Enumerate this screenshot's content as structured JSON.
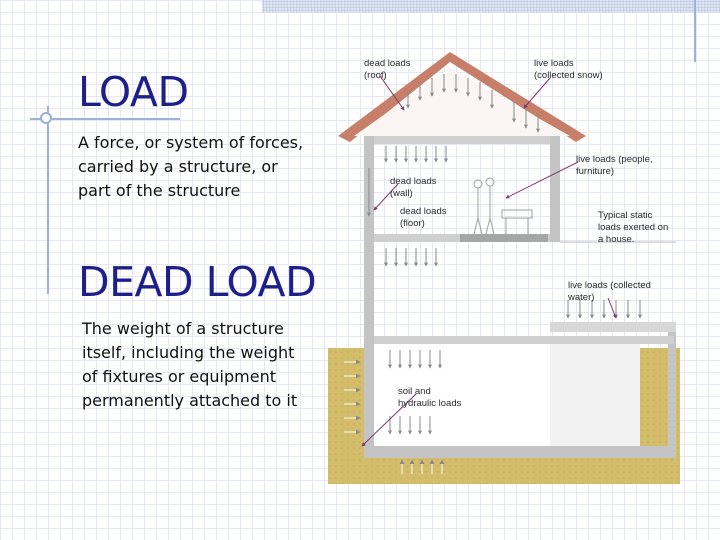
{
  "slide": {
    "load_title": "LOAD",
    "load_definition": "A force, or system of forces, carried by a structure, or part of the structure",
    "dead_load_title": "DEAD LOAD",
    "dead_load_definition": "The weight of a structure itself, including the weight of fixtures or equipment permanently attached to it"
  },
  "diagram_labels": {
    "dead_roof_1": "dead loads",
    "dead_roof_2": "(roof)",
    "live_snow_1": "live loads",
    "live_snow_2": "(collected snow)",
    "live_people_1": "live loads (people,",
    "live_people_2": "furniture)",
    "dead_wall_1": "dead loads",
    "dead_wall_2": "(wall)",
    "dead_floor_1": "dead loads",
    "dead_floor_2": "(floor)",
    "static_1": "Typical static",
    "static_2": "loads exerted on",
    "static_3": "a house.",
    "live_water_1": "live loads (collected",
    "live_water_2": "water)",
    "soil_1": "soil and",
    "soil_2": "hydraulic loads"
  },
  "colors": {
    "title": "#1f1f8c",
    "text": "#111111",
    "grid": "#e3e8f1",
    "accent_line": "#9db0d6",
    "roof": "#c77f6a",
    "soil": "#d4bd6a",
    "wall": "#c4c4c4",
    "leader": "#7a3a6a",
    "load_arrow": "#8a8a8a"
  }
}
